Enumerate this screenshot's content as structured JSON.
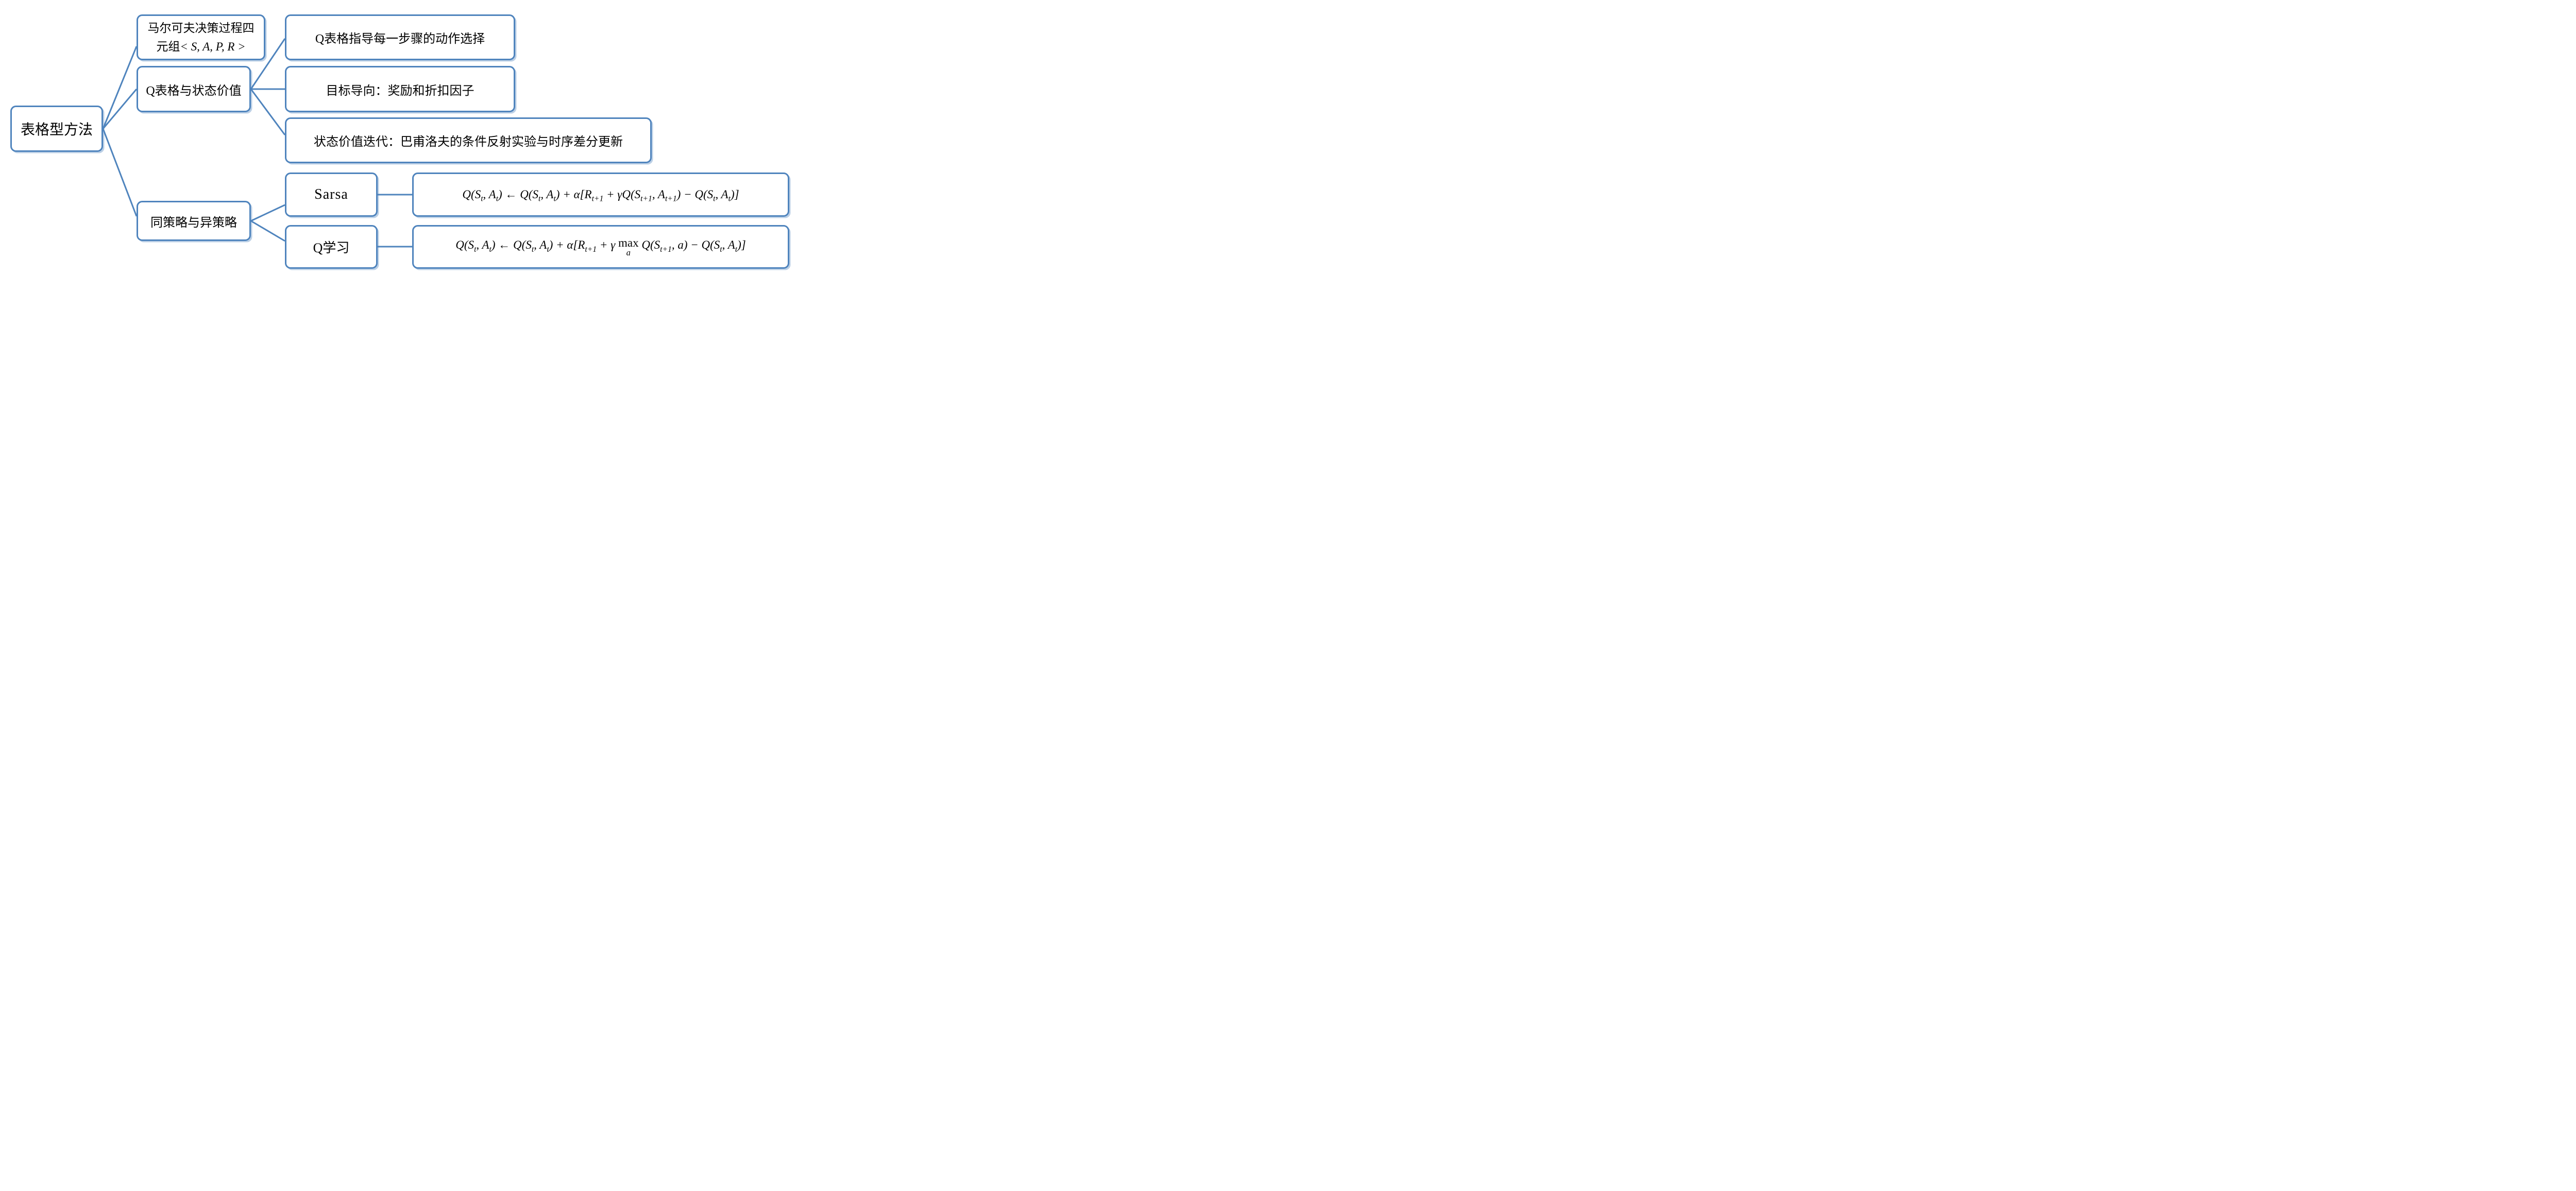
{
  "theme": {
    "accent": "#4f84bd",
    "accent-soft": "rgba(79,132,189,0.38)",
    "ink": "#000000",
    "paper": "#ffffff"
  },
  "diagram": {
    "root": {
      "label": "表格型方法"
    },
    "branches": {
      "mdp": {
        "rich": [
          [
            {
              "k": "c",
              "v": "马尔可夫决策过程四"
            }
          ],
          [
            {
              "k": "c",
              "v": "元组"
            },
            {
              "k": "i",
              "v": "< S, A, P, R >"
            }
          ]
        ]
      },
      "qtable": {
        "label": "Q表格与状态价值"
      },
      "policy": {
        "label": "同策略与异策略"
      }
    },
    "leaves": {
      "action_selection": {
        "label": "Q表格指导每一步骤的动作选择"
      },
      "goal_oriented": {
        "label": "目标导向：奖励和折扣因子"
      },
      "value_iteration": {
        "label": "状态价值迭代：巴甫洛夫的条件反射实验与时序差分更新"
      },
      "sarsa": {
        "label": "Sarsa"
      },
      "q_learning": {
        "label": "Q学习"
      }
    },
    "formulas": {
      "sarsa_update": {
        "rich": [
          [
            {
              "k": "i",
              "v": "Q(S"
            },
            {
              "k": "s",
              "v": "t"
            },
            {
              "k": "i",
              "v": ", A"
            },
            {
              "k": "s",
              "v": "t"
            },
            {
              "k": "i",
              "v": ") ← Q(S"
            },
            {
              "k": "s",
              "v": "t"
            },
            {
              "k": "i",
              "v": ", A"
            },
            {
              "k": "s",
              "v": "t"
            },
            {
              "k": "i",
              "v": ") + α[R"
            },
            {
              "k": "s",
              "v": "t+1"
            },
            {
              "k": "i",
              "v": " + γQ(S"
            },
            {
              "k": "s",
              "v": "t+1"
            },
            {
              "k": "i",
              "v": ", A"
            },
            {
              "k": "s",
              "v": "t+1"
            },
            {
              "k": "i",
              "v": ") − Q(S"
            },
            {
              "k": "s",
              "v": "t"
            },
            {
              "k": "i",
              "v": ", A"
            },
            {
              "k": "s",
              "v": "t"
            },
            {
              "k": "i",
              "v": ")]"
            }
          ]
        ]
      },
      "q_learning_update": {
        "rich": [
          [
            {
              "k": "i",
              "v": "Q(S"
            },
            {
              "k": "s",
              "v": "t"
            },
            {
              "k": "i",
              "v": ", A"
            },
            {
              "k": "s",
              "v": "t"
            },
            {
              "k": "i",
              "v": ") ← Q(S"
            },
            {
              "k": "s",
              "v": "t"
            },
            {
              "k": "i",
              "v": ", A"
            },
            {
              "k": "s",
              "v": "t"
            },
            {
              "k": "i",
              "v": ") + α[R"
            },
            {
              "k": "s",
              "v": "t+1"
            },
            {
              "k": "i",
              "v": " + γ "
            },
            {
              "k": "m",
              "v": "max",
              "u": "a"
            },
            {
              "k": "i",
              "v": " Q(S"
            },
            {
              "k": "s",
              "v": "t+1"
            },
            {
              "k": "i",
              "v": ", a) − Q(S"
            },
            {
              "k": "s",
              "v": "t"
            },
            {
              "k": "i",
              "v": ", A"
            },
            {
              "k": "s",
              "v": "t"
            },
            {
              "k": "i",
              "v": ")]"
            }
          ]
        ]
      }
    }
  }
}
